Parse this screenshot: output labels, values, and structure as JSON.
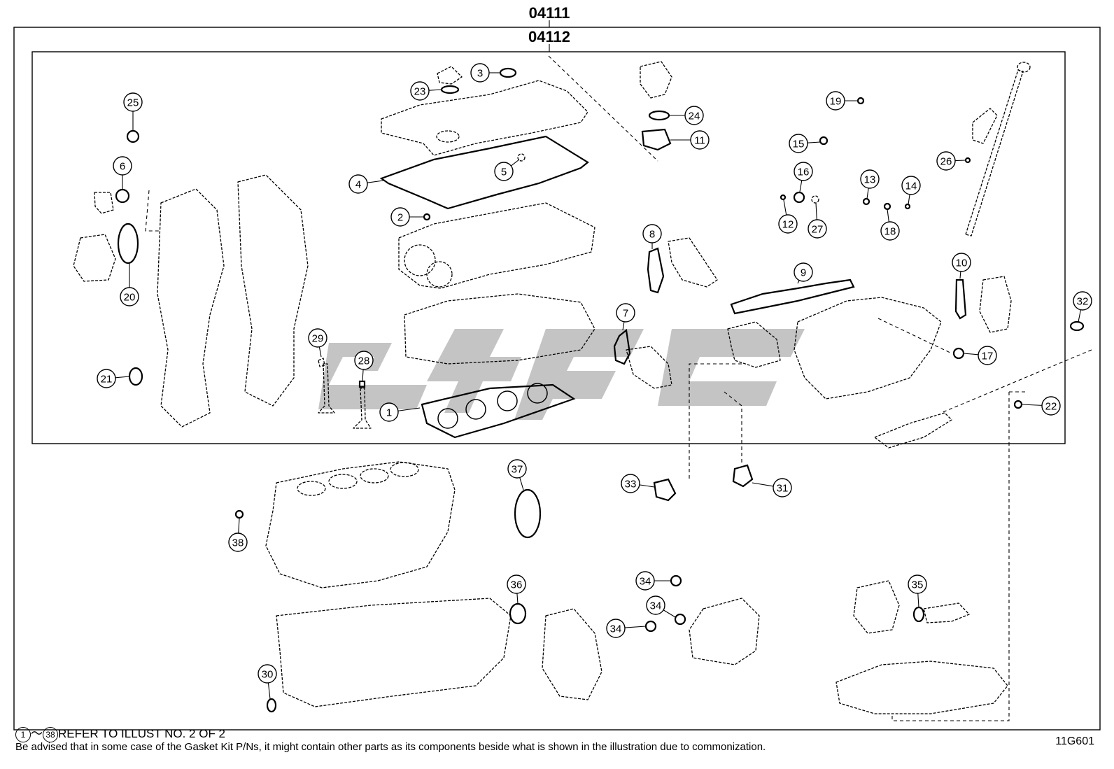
{
  "kit_numbers": {
    "outer": "04111",
    "inner": "04112"
  },
  "callouts": {
    "c1": "1",
    "c2": "2",
    "c3": "3",
    "c4": "4",
    "c5": "5",
    "c6": "6",
    "c7": "7",
    "c8": "8",
    "c9": "9",
    "c10": "10",
    "c11": "11",
    "c12": "12",
    "c13": "13",
    "c14": "14",
    "c15": "15",
    "c16": "16",
    "c17": "17",
    "c18": "18",
    "c19": "19",
    "c20": "20",
    "c21": "21",
    "c22": "22",
    "c23": "23",
    "c24": "24",
    "c25": "25",
    "c26": "26",
    "c27": "27",
    "c28": "28",
    "c29": "29",
    "c30": "30",
    "c31": "31",
    "c32": "32",
    "c33": "33",
    "c34": "34",
    "c35": "35",
    "c36": "36",
    "c37": "37",
    "c38": "38"
  },
  "footer": {
    "range_start": "1",
    "range_sep": "～",
    "range_end": "38",
    "refer_text": "REFER TO ILLUST NO. 2 OF 2",
    "disclaimer": "Be advised that in some case of the Gasket Kit P/Ns,  it might contain other parts as its components beside what is shown in the illustration due to commonization.",
    "illustration_id": "11G601"
  }
}
